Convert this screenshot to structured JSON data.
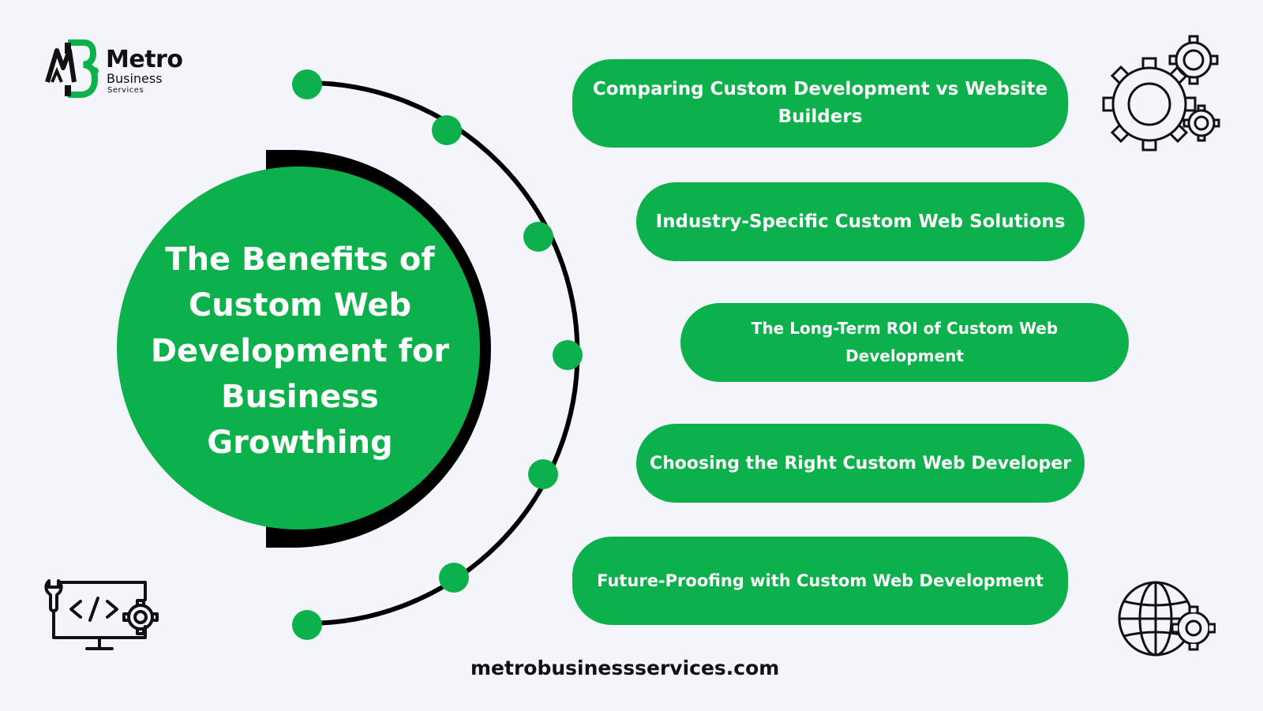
{
  "logo": {
    "title": "Metro",
    "subtitle": "Business",
    "tagline": "Services"
  },
  "main": {
    "title": "The Benefits of Custom Web Development for Business Growthing"
  },
  "items": [
    {
      "label": "Comparing Custom Development vs Website Builders"
    },
    {
      "label": "Industry-Specific Custom Web Solutions"
    },
    {
      "label": "The Long-Term ROI of Custom Web Development"
    },
    {
      "label": "Choosing the Right Custom Web Developer"
    },
    {
      "label": "Future-Proofing with Custom Web Development"
    }
  ],
  "footer": {
    "website": "metrobusinessservices.com"
  },
  "colors": {
    "accent": "#0db14b",
    "dark": "#111111",
    "background": "#f3f5fb"
  },
  "icons": [
    "gears-icon",
    "code-monitor-icon",
    "globe-gear-icon"
  ]
}
